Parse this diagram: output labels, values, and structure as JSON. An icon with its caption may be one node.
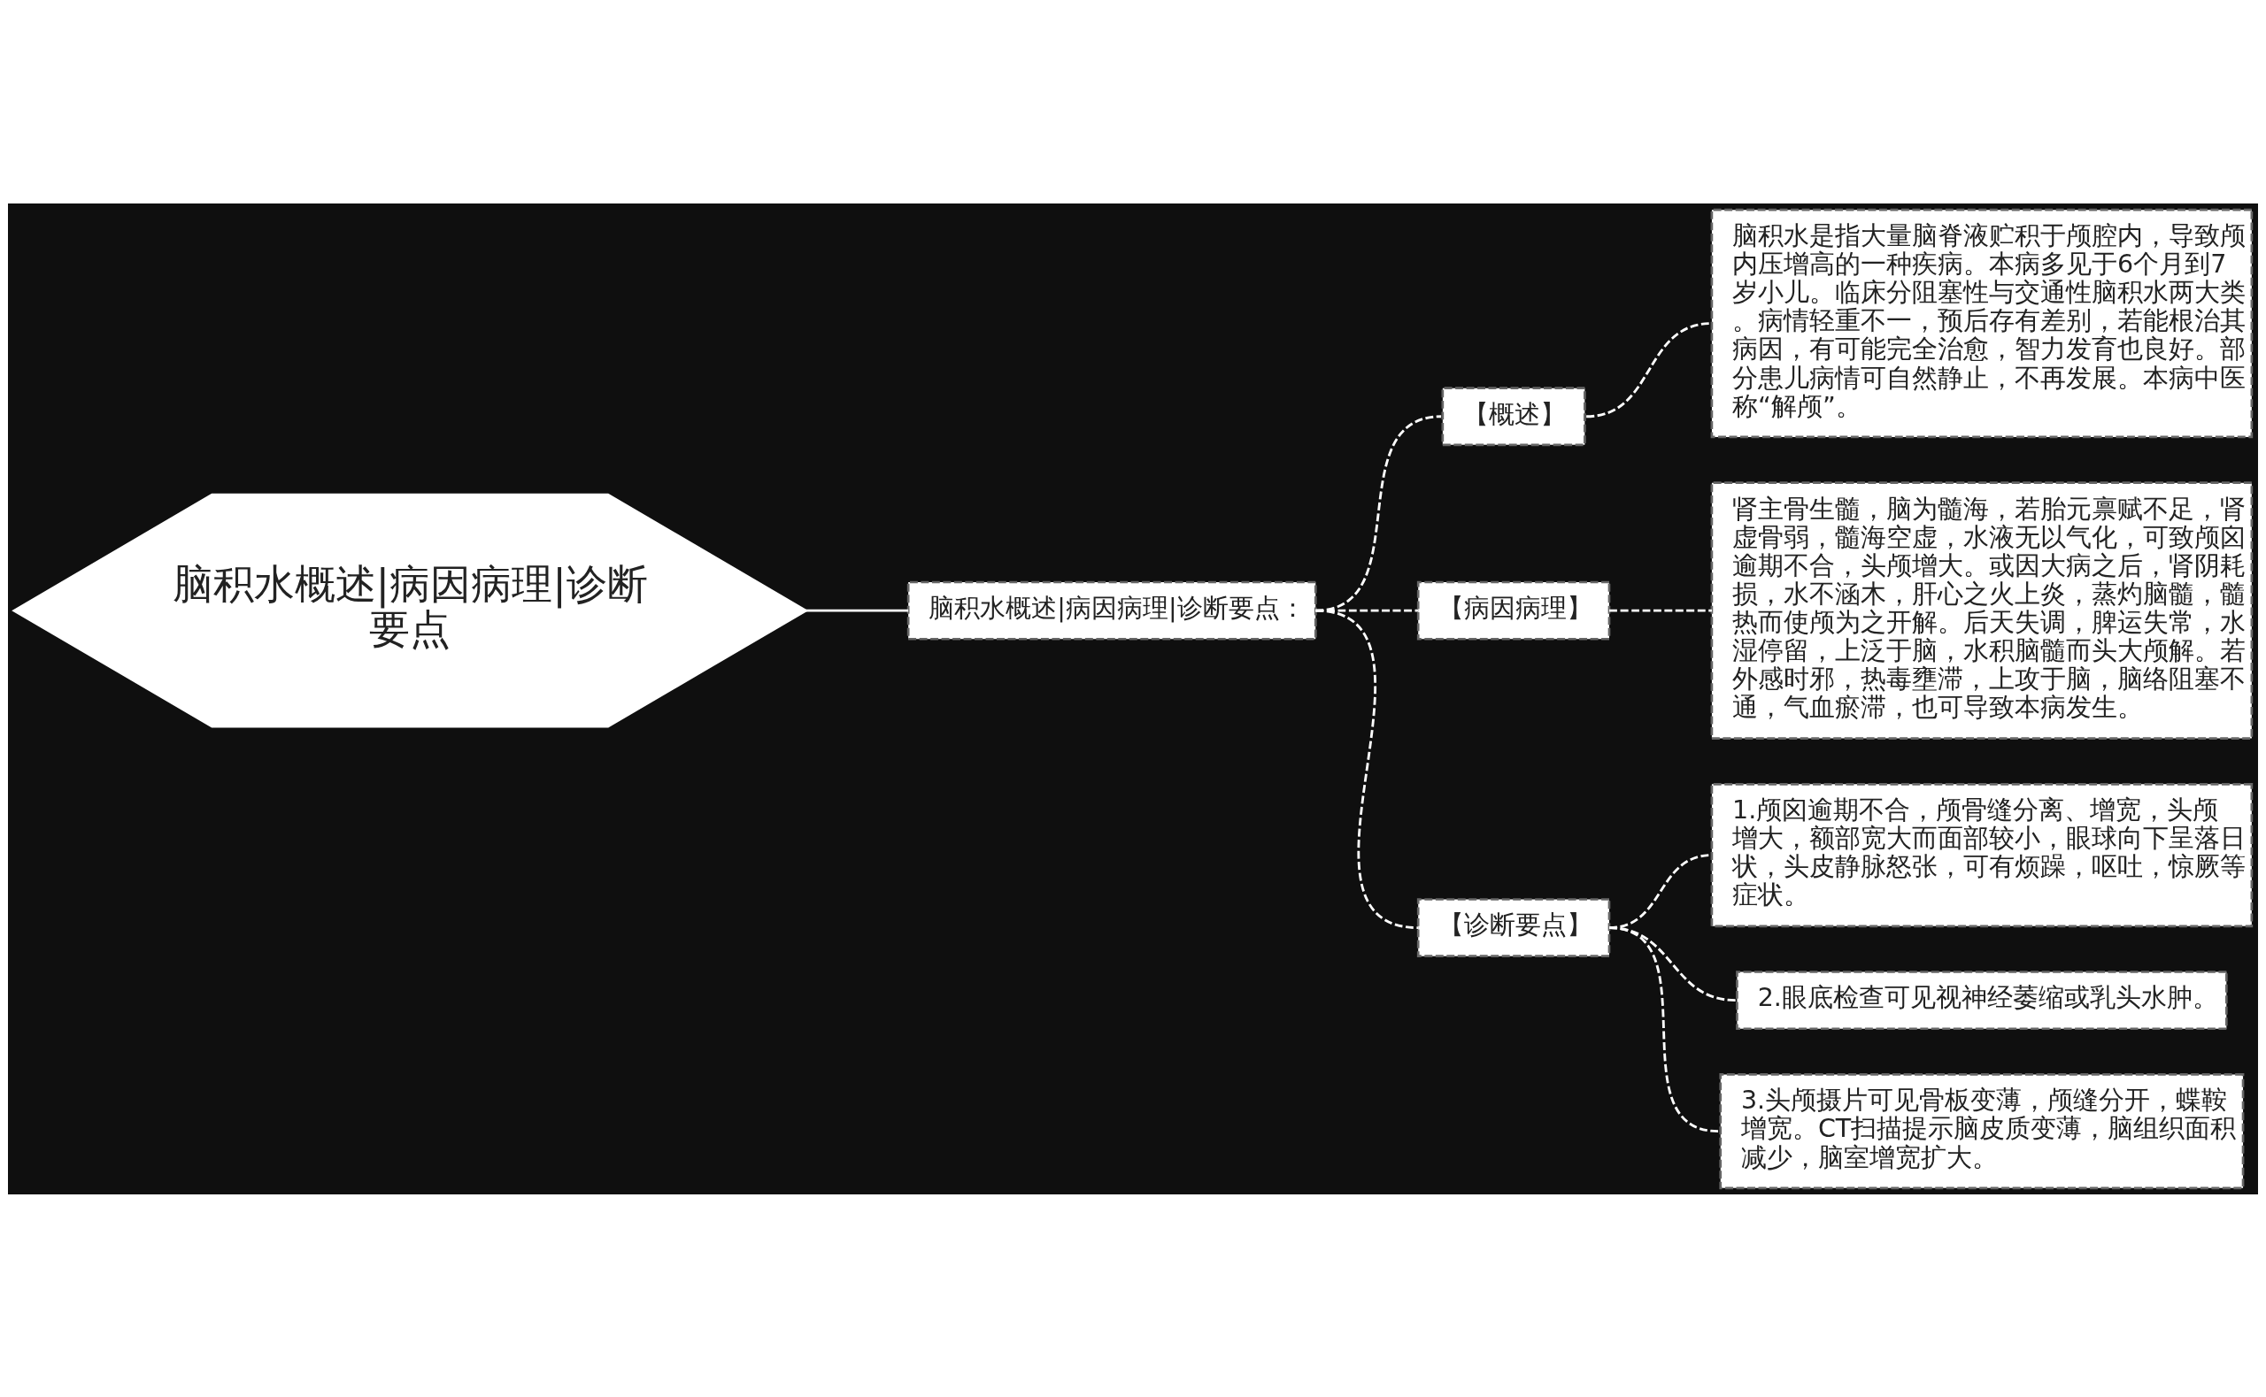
{
  "diagram": {
    "nodes": [
      {
        "text": [
          "脑积水概述|病因病理|诊断要点"
        ]
      },
      {
        "text": [
          "脑积水概述|病因病理|诊断要点："
        ]
      },
      {
        "text": [
          "【概述】"
        ]
      },
      {
        "text": [
          "脑积水是指大量脑脊液贮积于颅腔内，导致颅内压增高的一种疾病。本病多见于6个月到7岁小儿。临床分阻塞性与交通性脑积水两大类。病情轻重不一，预后存有差别，若能根治其病因，有可能完全治愈，智力发育也良好。部分患儿病情可自然静止，不再发展。本病中医称“解颅”。"
        ]
      },
      {
        "text": [
          "【病因病理】"
        ]
      },
      {
        "text": [
          "肾主骨生髓，脑为髓海，若胎元禀赋不足，肾虚骨弱，髓海空虚，水液无以气化，可致颅囟逾期不合，头颅增大。或因大病之后，肾阴耗损，水不涵木，肝心之火上炎，蒸灼脑髓，髓热而使颅为之开解。后天失调，脾运失常，水湿停留，上泛于脑，水积脑髓而头大颅解。若外感时邪，热毒壅滞，上攻于脑，脑络阻塞不通，气血瘀滞，也可导致本病发生。"
        ]
      },
      {
        "text": [
          "【诊断要点】"
        ]
      },
      {
        "text": [
          "1.颅囟逾期不合，颅骨缝分离、增宽，头颅增大，额部宽大而面部较小，眼球向下呈落日状，头皮静脉怒张，可有烦躁，呕吐，惊厥等症状。"
        ]
      },
      {
        "text": [
          "2.眼底检查可见视神经萎缩或乳头水肿。"
        ]
      },
      {
        "text": [
          "3.头颅摄片可见骨板变薄，颅缝分开，蝶鞍增宽。CT扫描提示脑皮质变薄，脑组织面积减少，脑室增宽扩大。"
        ]
      }
    ],
    "edges": [
      {
        "from": 0,
        "to": 1,
        "arrow": "none"
      },
      {
        "from": 1,
        "to": 2,
        "arrow": "none",
        "style": "dashed"
      },
      {
        "from": 1,
        "to": 4,
        "arrow": "none",
        "style": "dashed"
      },
      {
        "from": 1,
        "to": 6,
        "arrow": "none",
        "style": "dashed"
      },
      {
        "from": 2,
        "to": 3,
        "arrow": "none",
        "style": "dashed"
      },
      {
        "from": 4,
        "to": 5,
        "arrow": "none",
        "style": "dashed"
      },
      {
        "from": 6,
        "to": 7,
        "arrow": "none",
        "style": "dashed"
      },
      {
        "from": 6,
        "to": 8,
        "arrow": "none",
        "style": "dashed"
      },
      {
        "from": 6,
        "to": 9,
        "arrow": "none",
        "style": "dashed"
      }
    ]
  }
}
